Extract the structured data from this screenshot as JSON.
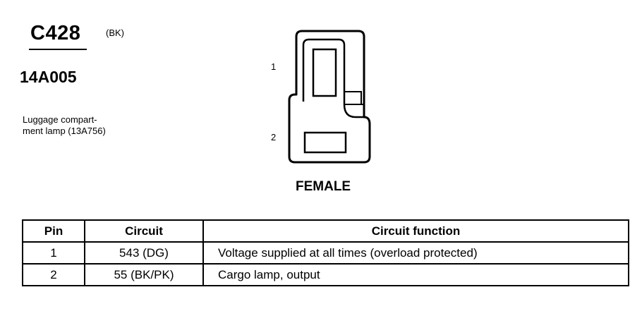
{
  "connector": {
    "id": "C428",
    "color": "(BK)",
    "part_number": "14A005",
    "description_lines": [
      "Luggage compart-",
      "ment lamp (13A756)"
    ]
  },
  "diagram": {
    "pin_labels": [
      "1",
      "2"
    ],
    "view": "FEMALE"
  },
  "table": {
    "headers": [
      "Pin",
      "Circuit",
      "Circuit function"
    ],
    "rows": [
      {
        "pin": "1",
        "circuit": "543 (DG)",
        "function": "Voltage supplied at all times (overload protected)"
      },
      {
        "pin": "2",
        "circuit": "55 (BK/PK)",
        "function": "Cargo lamp, output"
      }
    ]
  }
}
